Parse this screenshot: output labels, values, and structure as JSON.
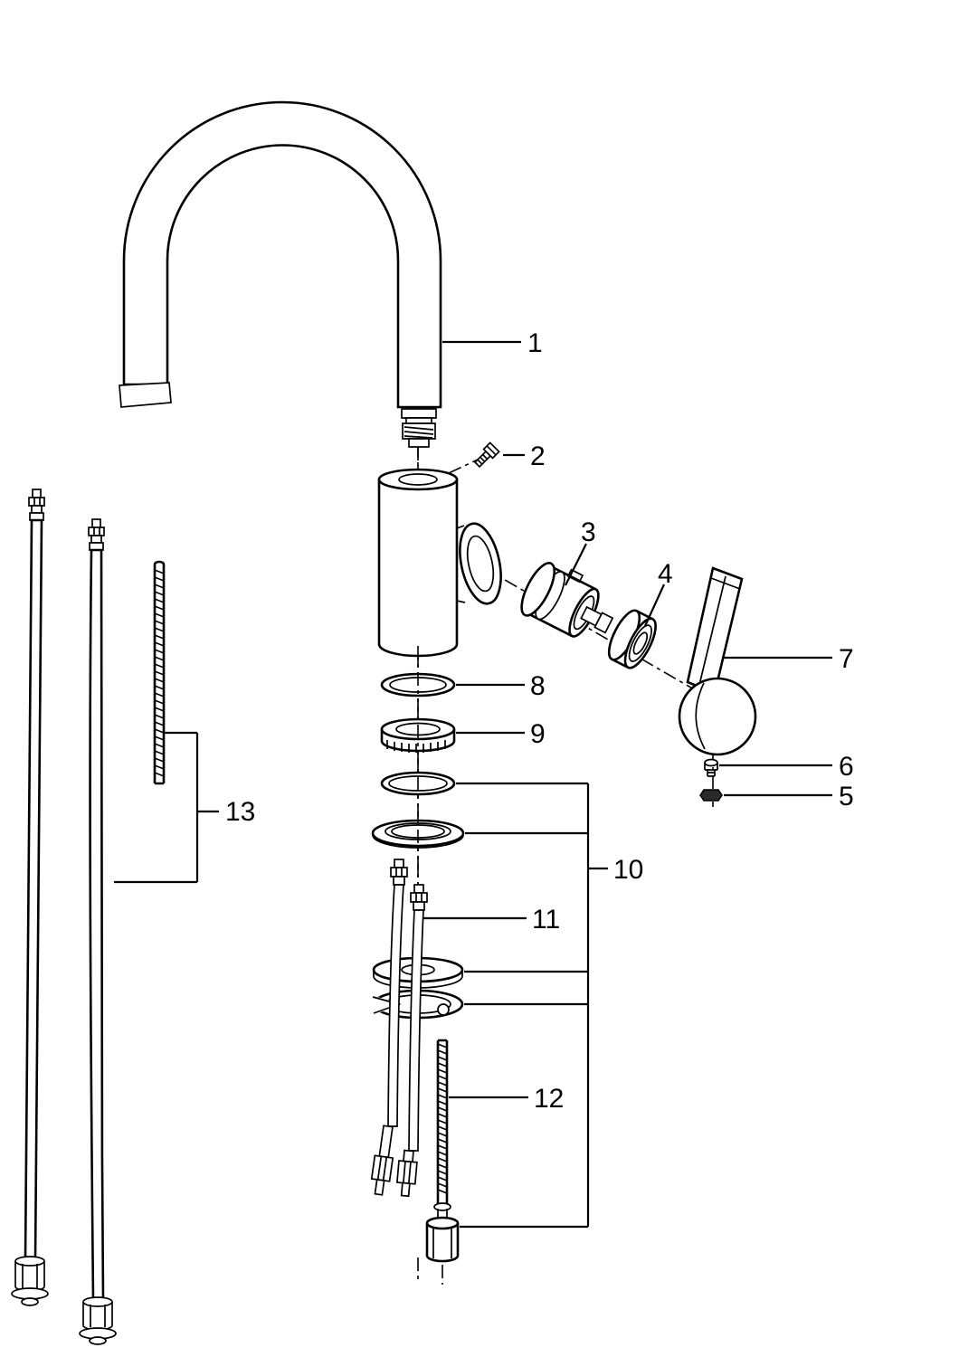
{
  "diagram": {
    "labels": [
      "1",
      "2",
      "3",
      "4",
      "5",
      "6",
      "7",
      "8",
      "9",
      "10",
      "11",
      "12",
      "13"
    ]
  },
  "colors": {
    "line": "#000000",
    "background": "#ffffff",
    "part_fill": "#ffffff"
  }
}
